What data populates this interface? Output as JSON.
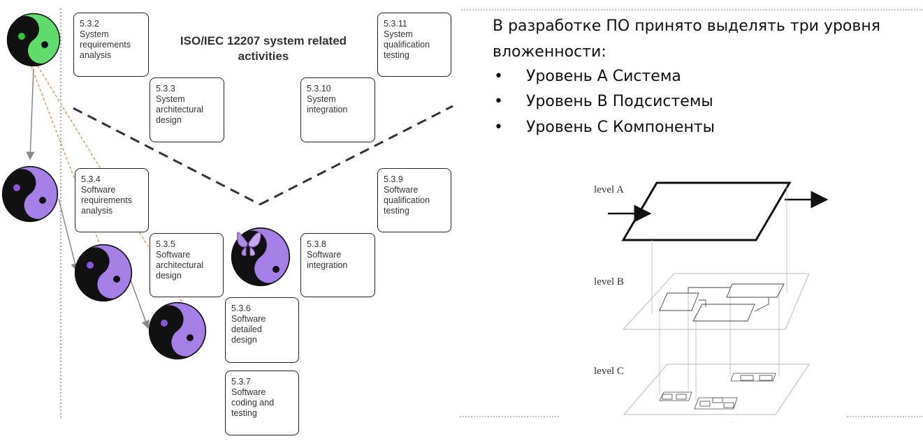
{
  "diagram_title": "ISO/IEC 12207 system related activities",
  "activities": [
    {
      "code": "5.3.2",
      "label": "System\nrequirements\nanalysis"
    },
    {
      "code": "5.3.3",
      "label": "System\narchitectural\ndesign"
    },
    {
      "code": "5.3.10",
      "label": "System\nintegration"
    },
    {
      "code": "5.3.11",
      "label": "System\nqualification\ntesting"
    },
    {
      "code": "5.3.4",
      "label": "Software\nrequirements\nanalysis"
    },
    {
      "code": "5.3.5",
      "label": "Software\narchitectural\ndesign"
    },
    {
      "code": "5.3.6",
      "label": "Software\ndetailed\ndesign"
    },
    {
      "code": "5.3.7",
      "label": "Software\ncoding and\ntesting"
    },
    {
      "code": "5.3.8",
      "label": "Software\nintegration"
    },
    {
      "code": "5.3.9",
      "label": "Software\nqualification\ntesting"
    }
  ],
  "text": {
    "intro_line1": "В разработке ПО принято выделять три уровня",
    "intro_line2": "вложенности:",
    "bullets": [
      "Уровень А Система",
      "Уровень В Подсистемы",
      "Уровень С Компоненты"
    ],
    "bullet_symbol": "•"
  },
  "levels": {
    "a": "level A",
    "b": "level B",
    "c": "level C"
  },
  "colors": {
    "green_ball": "#3fcf5a",
    "purple_ball": "#8a55d8",
    "dashed_orange": "#e08a3c"
  }
}
